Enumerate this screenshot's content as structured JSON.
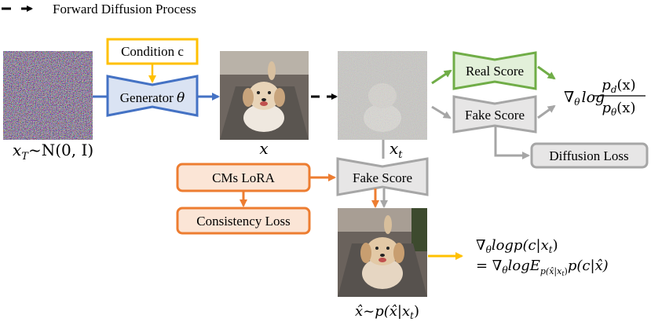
{
  "legend": {
    "label": "Forward Diffusion Process",
    "icon": "dashed-arrow-icon"
  },
  "colors": {
    "generator": "#4472C4",
    "generator_fill": "#DAE3F3",
    "condition": "#FFC000",
    "real": "#70AD47",
    "real_fill": "#E2F0D9",
    "fake": "#A6A6A6",
    "fake_fill": "#E7E6E6",
    "lora": "#ED7D31",
    "lora_fill": "#FBE5D6"
  },
  "nodes": {
    "condition": "Condition c",
    "generator": "Generator",
    "generator_symbol": "θ",
    "real_score": "Real Score",
    "fake_score_top": "Fake Score",
    "fake_score_bottom": "Fake Score",
    "diffusion_loss": "Diffusion Loss",
    "cms_lora": "CMs LoRA",
    "consistency_loss": "Consistency Loss"
  },
  "labels": {
    "noise": {
      "main": "x",
      "sub": "T",
      "rest": "~N(0, I)"
    },
    "x": "x",
    "xt": {
      "main": "x",
      "sub": "t"
    },
    "xhat": {
      "main": "x̂~p(x̂|x",
      "sub": "t",
      "end": ")"
    }
  },
  "formulas": {
    "dmd": {
      "nabla": "∇",
      "theta": "θ",
      "log": "log",
      "num": "p",
      "num_sub": "d",
      "num_rest": "(x)",
      "den": "p",
      "den_sub": "θ",
      "den_rest": "(x)"
    },
    "guidance": {
      "line1": {
        "nabla": "∇",
        "theta": "θ",
        "text": "logp(c|x",
        "sub": "t",
        "end": ")"
      },
      "line2": {
        "prefix": "= ∇",
        "theta": "θ",
        "text": "logE",
        "sub": "p(x̂|x",
        "subsub": "t",
        "subend": ")",
        "end": "p(c|x̂)"
      }
    }
  }
}
